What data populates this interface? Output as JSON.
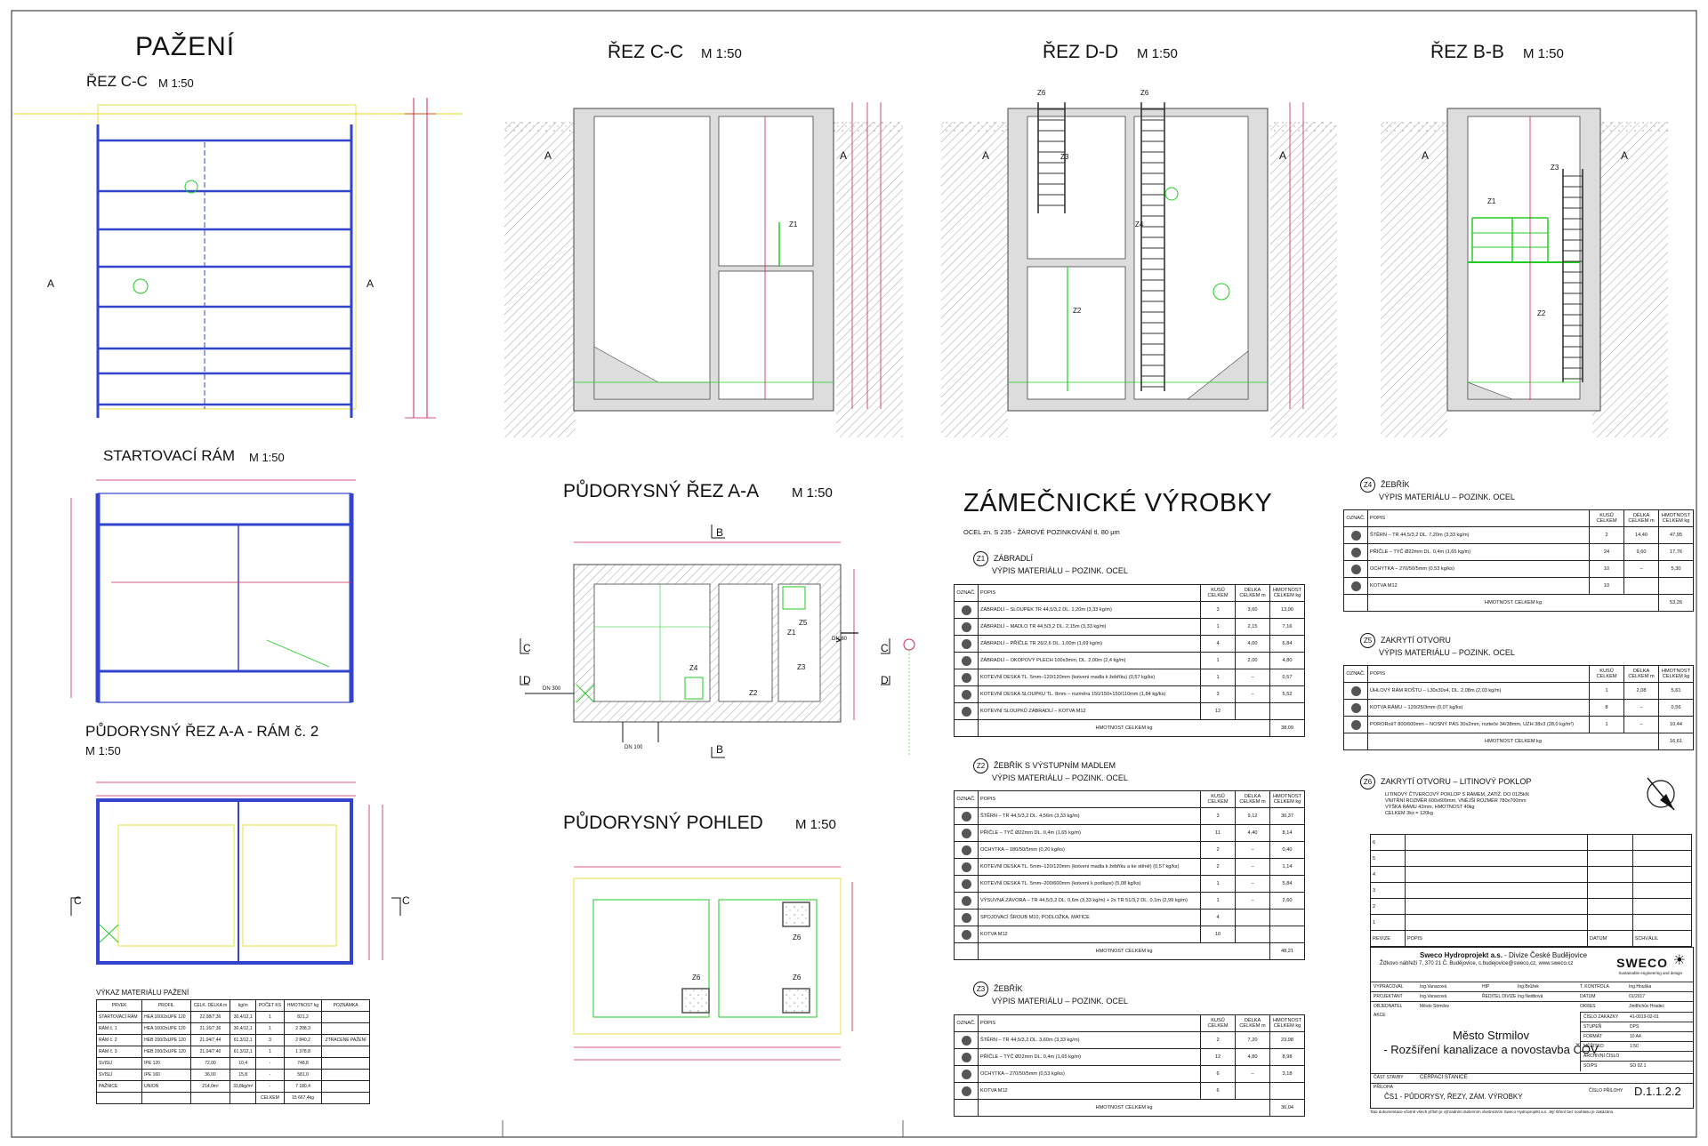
{
  "titles": {
    "pazeni": "PAŽENÍ",
    "rez_cc_small": "ŘEZ C-C",
    "startovaci_ram": "STARTOVACÍ RÁM",
    "pudorysny_ram2": "PŮDORYSNÝ ŘEZ A-A  - RÁM č. 2",
    "rez_cc": "ŘEZ C-C",
    "rez_dd": "ŘEZ D-D",
    "rez_bb": "ŘEZ B-B",
    "pudorysny_aa": "PŮDORYSNÝ ŘEZ A-A",
    "pudorysny_pohled": "PŮDORYSNÝ POHLED",
    "zamecnicke": "ZÁMEČNICKÉ VÝROBKY",
    "scale": "M 1:50",
    "material_note": "OCEL zn. S 235 - ŽÁROVÉ POZINKOVÁNÍ tl. 80 μm"
  },
  "labels": {
    "section_a": "A",
    "section_b": "B",
    "section_c": "C",
    "section_d": "D",
    "z1": "Z1",
    "z2": "Z2",
    "z3": "Z3",
    "z4": "Z4",
    "z5": "Z5",
    "z6": "Z6",
    "dn300": "DN 300",
    "dn80": "DN 80",
    "dn100": "DN 100"
  },
  "vykaz": {
    "title": "VÝKAZ  MATERIÁLU  PAŽENÍ",
    "headers": [
      "PRVEK",
      "PROFIL",
      "CELK. DÉLKA m",
      "kg/m",
      "POČET KS",
      "HMOTNOST kg",
      "POZNÁMKA"
    ],
    "rows": [
      [
        "STARTOVACÍ RÁM",
        "HEA 160/2xUPE 120",
        "22,08/7,36",
        "30,4/12,1",
        "1",
        "821,2",
        ""
      ],
      [
        "RÁM č. 1",
        "HEA 160/2xUPE 120",
        "21,16/7,36",
        "30,4/12,1",
        "1",
        "2 208,3",
        ""
      ],
      [
        "RÁM č. 2",
        "HEB 200/2xUPE 120",
        "21,04/7,44",
        "61,3/12,1",
        "3",
        "2 840,2",
        "ZTRACENÉ PAŽENÍ"
      ],
      [
        "RÁM č. 3",
        "HEB 200/2xUPE 120",
        "21,04/7,40",
        "61,3/12,1",
        "1",
        "1 378,8",
        ""
      ],
      [
        "SVISLÍ",
        "IPE 120",
        "72,00",
        "10,4",
        "-",
        "748,8",
        ""
      ],
      [
        "SVISLÍ",
        "IPE 160",
        "36,00",
        "15,8",
        "-",
        "581,0",
        ""
      ],
      [
        "PAŽNICE",
        "UNION",
        "214,0m²",
        "33,8kg/m²",
        "-",
        "7 180,4",
        ""
      ],
      [
        "",
        "",
        "",
        "",
        "CELKEM",
        "15 667,4kg",
        ""
      ]
    ]
  },
  "z1": {
    "num": "Z1",
    "title": "ZÁBRADLÍ",
    "subtitle": "VÝPIS  MATERIÁLU  –  POZINK.  OCEL",
    "headers": [
      "OZNAČ.",
      "POPIS",
      "KUSŮ CELKEM",
      "DÉLKA CELKEM m",
      "HMOTNOST CELKEM kg"
    ],
    "rows": [
      [
        "ZÁBRADLÍ – SLOUPEK  TR 44,5/3,2  DL. 1,20m   (3,33 kg/m)",
        "3",
        "3,60",
        "13,90"
      ],
      [
        "ZÁBRADLÍ – MADLO  TR 44,5/3,2  DL. 2,15m   (3,33 kg/m)",
        "1",
        "2,15",
        "7,16"
      ],
      [
        "ZÁBRADLÍ – PŘÍČLE  TR 26/2,6  DL. 1,00m  (1,69 kg/m)",
        "4",
        "4,00",
        "6,84"
      ],
      [
        "ZÁBRADLÍ – OKOPOVÝ PLECH  100x3mm,  DL. 2,00m  (2,4 kg/m)",
        "1",
        "2,00",
        "4,80"
      ],
      [
        "KOTEVNÍ DESKA TL. 5mm–120/120mm  (kotvení madla k žebříku)  (0,57 kg/ks)",
        "1",
        "–",
        "0,57"
      ],
      [
        "KOTEVNÍ DESKA SLOUPKU TL. 8mm – rozměra 150/150+150/110mm  (1,84 kg/ks)",
        "3",
        "–",
        "5,52"
      ],
      [
        "KOTEVNÍ SLOUPKŮ ZÁBRADLÍ – KOTVA M12",
        "12",
        "",
        ""
      ]
    ],
    "total_label": "HMOTNOST CELKEM kg",
    "total": "38,09"
  },
  "z2": {
    "num": "Z2",
    "title": "ŽEBŘÍK  S  VÝSTUPNÍM  MADLEM",
    "subtitle": "VÝPIS  MATERIÁLU  –  POZINK.  OCEL",
    "rows": [
      [
        "ŠTĚRN – TR 44,5/3,2  DL. 4,56m   (3,33 kg/m)",
        "3",
        "9,12",
        "30,37"
      ],
      [
        "PŘÍČLE – TYČ Ø22mm  DL. 0,4m   (1,65 kg/m)",
        "11",
        "4,40",
        "8,14"
      ],
      [
        "OCHYTKA – 180/50/5mm (0,20 kg/ks)",
        "2",
        "–",
        "0,40"
      ],
      [
        "KOTEVNÍ DESKA TL. 5mm–120/120mm  (kotvení madla k žebříku a ke stěně)  (0,57 kg/ks)",
        "2",
        "–",
        "1,14"
      ],
      [
        "KOTEVNÍ DESKA TL. 5mm–200/600mm  (kotvení k podlaze)  (5,08 kg/ks)",
        "1",
        "–",
        "5,84"
      ],
      [
        "VÝSUVNÁ ZÁVORA – TR 44,5/3,2 DL. 0,6m (3,33 kg/m) + 2x TR 51/3,2 DL. 0,1m (2,99 kg/m)",
        "1",
        "–",
        "2,60"
      ],
      [
        "SPOJOVACÍ ŠROUB M10, PODLOŽKA, MATICE",
        "4",
        "",
        ""
      ],
      [
        "KOTVA M12",
        "10",
        "",
        ""
      ]
    ],
    "total": "48,21"
  },
  "z3": {
    "num": "Z3",
    "title": "ŽEBŘÍK",
    "subtitle": "VÝPIS  MATERIÁLU  –  POZINK.  OCEL",
    "rows": [
      [
        "ŠTĚRN – TR 44,5/3,2  DL. 3,60m   (3,33 kg/m)",
        "2",
        "7,20",
        "23,98"
      ],
      [
        "PŘÍČLE – TYČ Ø22mm  DL. 0,4m   (1,65 kg/m)",
        "12",
        "4,80",
        "8,98"
      ],
      [
        "OCHYTKA – 270/50/5mm  (0,53 kg/ks)",
        "6",
        "–",
        "3,18"
      ],
      [
        "KOTVA M12",
        "6",
        "",
        ""
      ]
    ],
    "total": "36,04"
  },
  "z4": {
    "num": "Z4",
    "title": "ŽEBŘÍK",
    "subtitle": "VÝPIS  MATERIÁLU  –  POZINK.  OCEL",
    "rows": [
      [
        "ŠTĚRN – TR 44,5/3,2  DL. 7,20m   (3,33 kg/m)",
        "2",
        "14,40",
        "47,95"
      ],
      [
        "PŘÍČLE – TYČ Ø22mm  DL. 0,4m  (1,65 kg/m)",
        "24",
        "9,60",
        "17,76"
      ],
      [
        "OCHYTKA – 270/50/5mm  (0,53 kg/ks)",
        "10",
        "–",
        "5,30"
      ],
      [
        "KOTVA M12",
        "10",
        "",
        ""
      ]
    ],
    "total": "53,26"
  },
  "z5": {
    "num": "Z5",
    "title": "ZAKRYTÍ  OTVORU",
    "subtitle": "VÝPIS  MATERIÁLU  –  POZINK.  OCEL",
    "rows": [
      [
        "ÚHLOVÝ RÁM ROŠTU – L30x30x4, DL. 2,08m  (2,03 kg/m)",
        "1",
        "2,08",
        "5,61"
      ],
      [
        "KOTVA RÁMU – 120/25/3mm  (0,07 kg/ks)",
        "8",
        "–",
        "0,56"
      ],
      [
        "PORORošT 800/600mm – NOSNÝ PÁS 30x2mm, rozteče 34/38mm, UZH 38x3 (28,0 kg/m²)",
        "1",
        "–",
        "10,44"
      ]
    ],
    "total": "16,61"
  },
  "z6": {
    "num": "Z6",
    "title": "ZAKRYTÍ  OTVORU  –  LITINOVÝ  POKLOP",
    "notes": [
      "LITINOVÝ ČTVERCOVÝ POKLOP S RÁMEM, ZATÍŽ. DO 0125kN",
      "VNITŘNÍ ROZMĚR 600x600mm,  VNĚJŠÍ ROZMĚR 780x700mm",
      "VÝŠKA RÁMU 42mm, HMOTNOST 40kg",
      "CELKEM 3ks = 120kg"
    ]
  },
  "revize": {
    "rows": [
      "6",
      "5",
      "4",
      "3",
      "2",
      "1"
    ],
    "headers": [
      "REVIZE",
      "POPIS",
      "DATUM",
      "SCHVÁLIL"
    ]
  },
  "titleblock": {
    "company": "Sweco Hydroprojekt a.s.",
    "division": " - Divize České Budějovice",
    "address": "Žižkovo nábřeží 7, 370 21 Č. Budějovice, c.budejovice@sweco.cz, www.sweco.cz",
    "logo": "SWECO",
    "logo_sub": "Sustainable engineering and design",
    "fields": [
      [
        "VYPRACOVAL",
        "Ing.Vanacová",
        "HIP",
        "Ing.Brůžek",
        "T. KONTROLA",
        "Ing.Houška"
      ],
      [
        "PROJEKTANT",
        "Ing.Vanacová",
        "ŘEDITEL DIVIZE",
        "Ing.Nedbová",
        "DATUM",
        "01/2017"
      ],
      [
        "OBJEDNATEL",
        "Město Strmilov",
        "",
        "",
        "OKRES",
        "Jindřichův Hradec"
      ]
    ],
    "akce_label": "AKCE",
    "akce1": "Město Strmilov",
    "akce2": "- Rozšíření kanalizace a novostavba ČOV",
    "side": [
      [
        "ČÍSLO ZAKÁZKY",
        "41-0019-02-01"
      ],
      [
        "STUPEŇ",
        "DPS"
      ],
      [
        "FORMÁT",
        "10 A4"
      ],
      [
        "MĚŘÍTKO",
        "1:50"
      ],
      [
        "ARCHIVNÍ ČÍSLO",
        ""
      ],
      [
        "SO/PS",
        "SO 02.1"
      ]
    ],
    "cast_label": "ČÁST STAVBY",
    "cast_value": "ČERPACÍ STANICE",
    "priloha_label": "PŘÍLOHA",
    "priloha_value": "ČS1 - PŮDORYSY, ŘEZY, ZÁM. VÝROBKY",
    "cislo_label": "ČÍSLO PŘÍLOHY",
    "cislo_value": "D.1.1.2.2",
    "disclaimer": "Tato dokumentace včetně všech příloh je výhradním duševním vlastnictvím Sweco Hydroprojekt a.s. Její šíření bez souhlasu je zakázáno."
  },
  "colors": {
    "green": "#22cc22",
    "yellow": "#e8e040",
    "blue": "#3344cc",
    "magenta": "#cc2255",
    "hatch": "#777777"
  }
}
